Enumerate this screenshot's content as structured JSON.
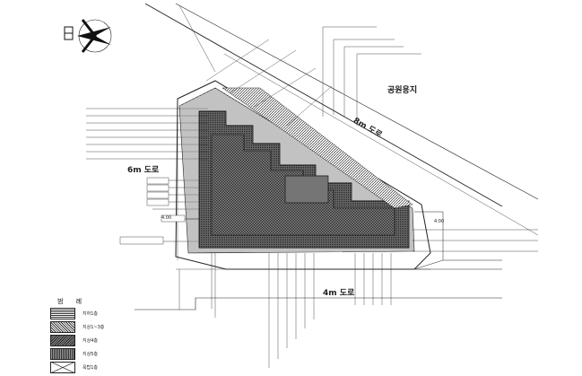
{
  "road_labels": {
    "road_right": "8m 도로",
    "road_left": "6m 도로",
    "road_bottom": "4m 도로"
  },
  "area_labels": {
    "park": "공원용지"
  },
  "dimension_labels": {
    "left_width": "4.00",
    "right_width": "4.00"
  },
  "legend": {
    "title": "범 례",
    "items": [
      {
        "label": "지하1층"
      },
      {
        "label": "지상1~3층"
      },
      {
        "label": "지상4층"
      },
      {
        "label": "지상5층"
      },
      {
        "label": "옥탑1층"
      }
    ]
  },
  "colors": {
    "ink": "#222222",
    "building_fill": "#555555",
    "paper": "#ffffff"
  },
  "icons": {
    "north_arrow": "north-arrow-icon"
  }
}
